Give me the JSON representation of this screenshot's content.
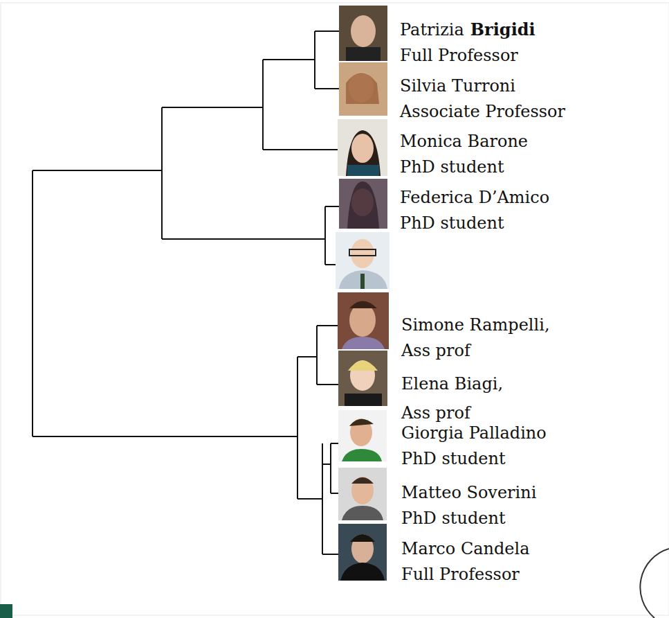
{
  "diagram": {
    "labels": [
      "Patrizia",
      "Brigidi",
      "Full Professor",
      "Silvia Turroni",
      "Associate Professor",
      "Monica Barone",
      "PhD student",
      "Federica D’Amico",
      "PhD student",
      "Simone Rampelli,",
      "Ass prof",
      "Elena Biagi,",
      "Ass prof",
      "Giorgia Palladino",
      "PhD student",
      "Matteo Soverini",
      "PhD student",
      "Marco Candela",
      "Full Professor"
    ]
  }
}
